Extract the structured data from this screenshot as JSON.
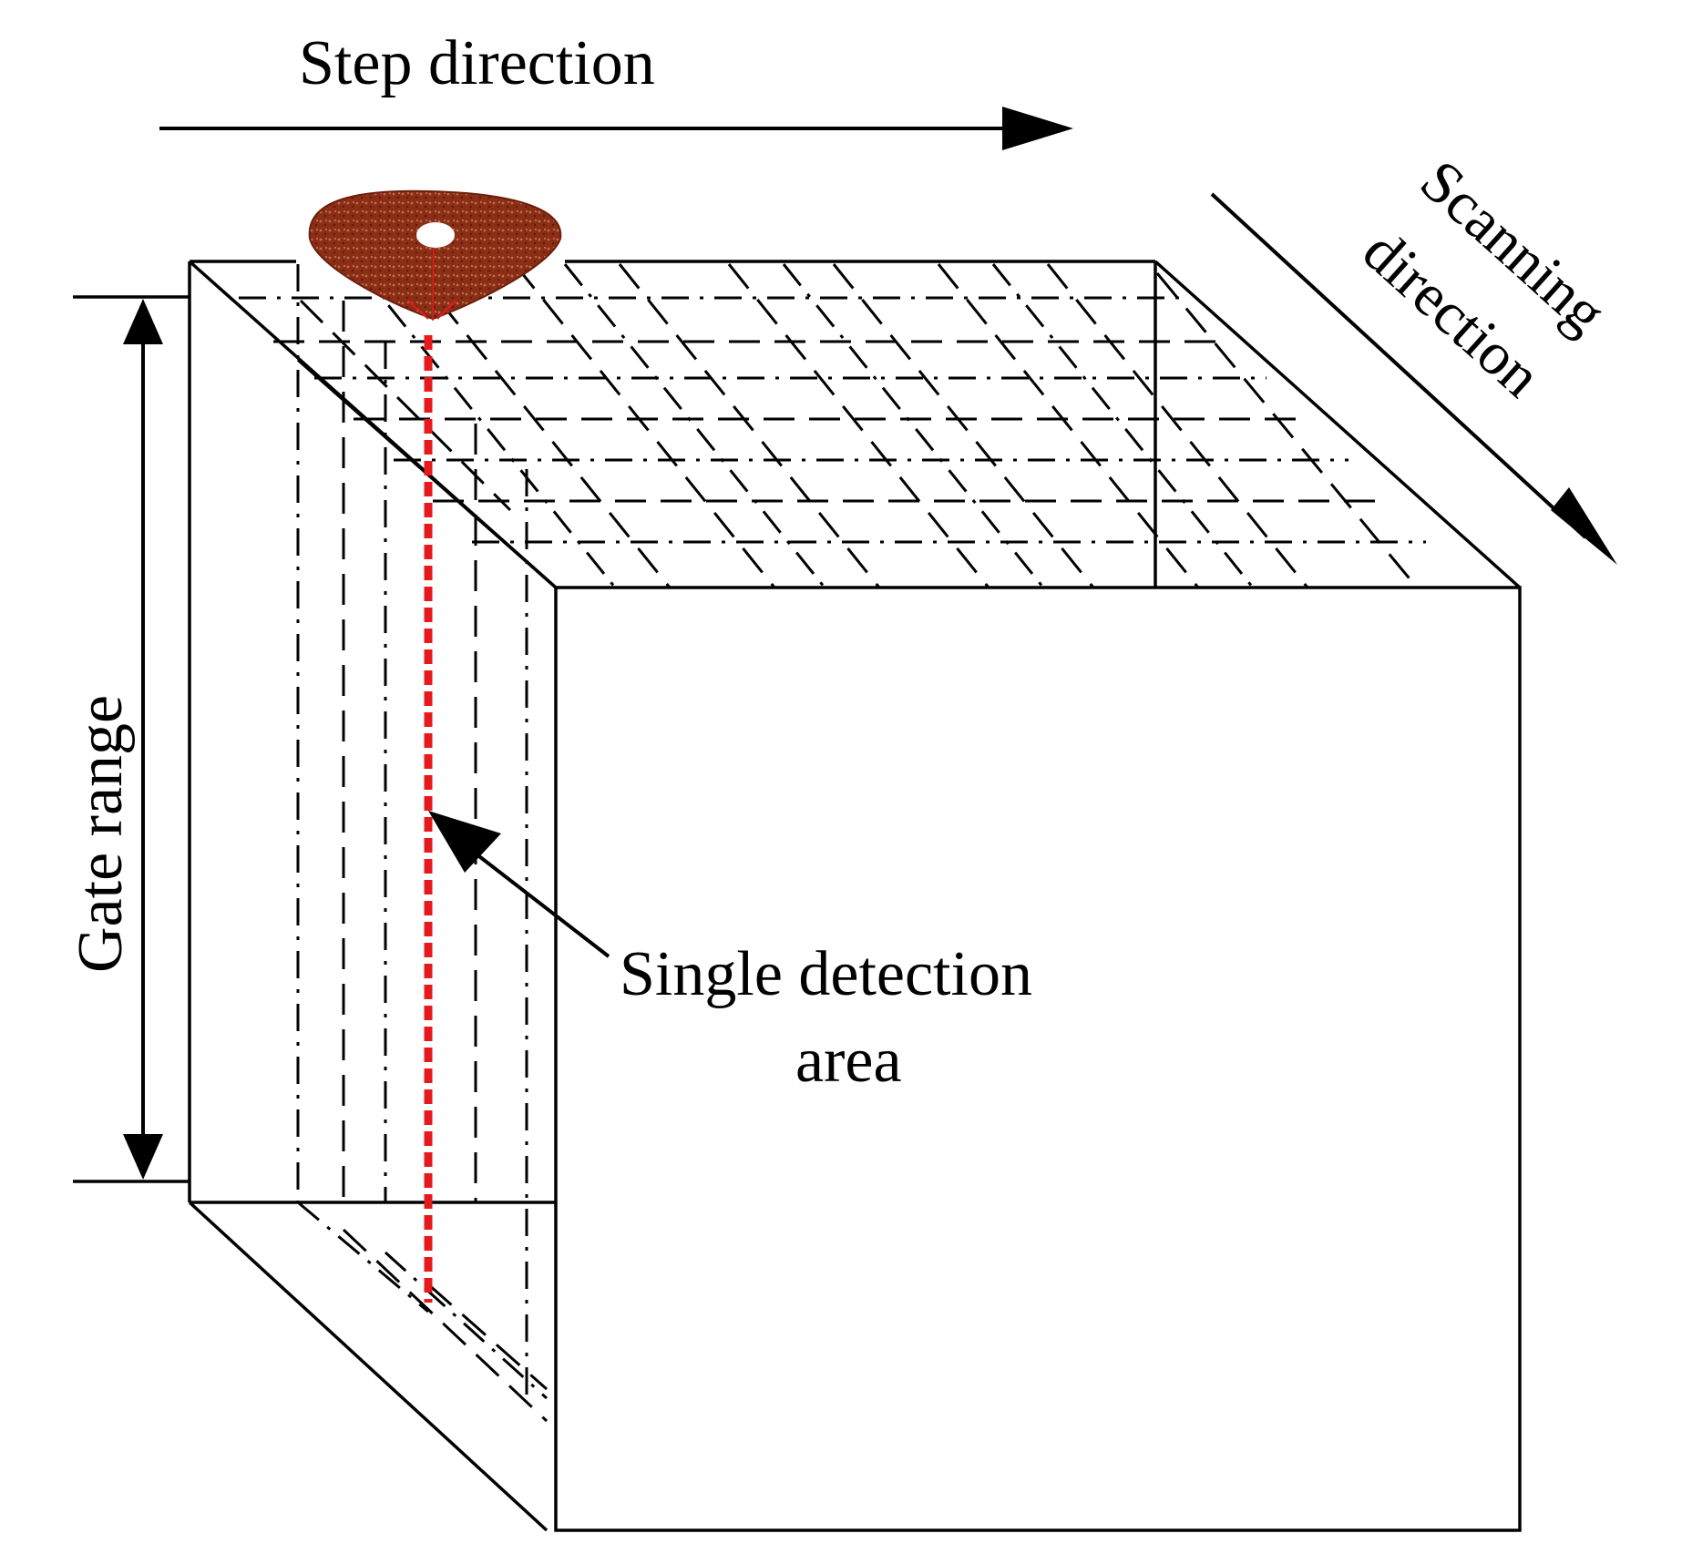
{
  "labels": {
    "step_direction": "Step direction",
    "scanning_direction_line1": "Scanning",
    "scanning_direction_line2": "direction",
    "gate_range": "Gate range",
    "single_detection_line1": "Single detection",
    "single_detection_line2": "area"
  },
  "colors": {
    "stroke": "#000000",
    "highlight": "#e8191c",
    "radar": "#8b2e16",
    "background": "#ffffff"
  },
  "icons": {
    "radar": "radar-dish-icon"
  }
}
